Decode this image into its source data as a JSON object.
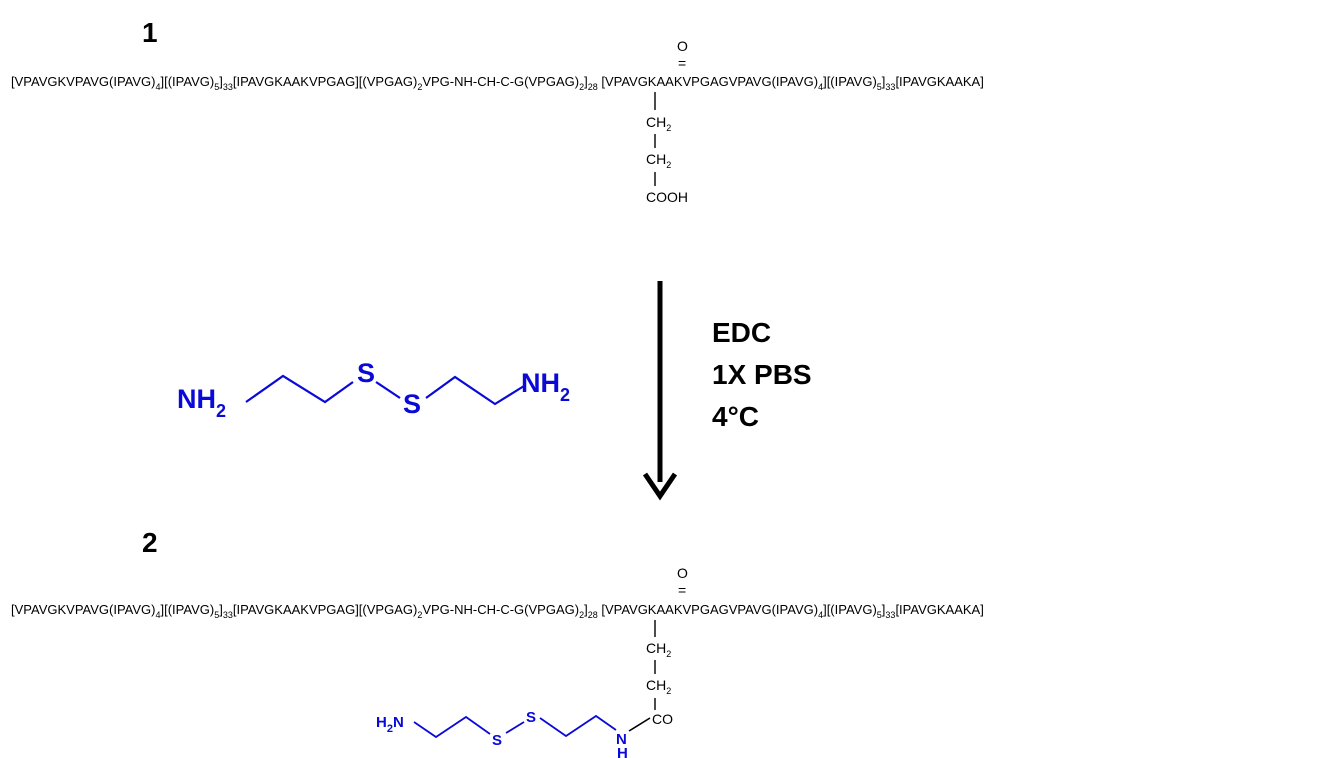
{
  "compound1": {
    "number": "1",
    "sequence": [
      {
        "t": "[VPAVGKVPAVG(IPAVG)"
      },
      {
        "t": "4",
        "sub": true
      },
      {
        "t": "][(IPAVG)"
      },
      {
        "t": "5",
        "sub": true
      },
      {
        "t": "]"
      },
      {
        "t": "33",
        "sub": true
      },
      {
        "t": "[IPAVGKAAKVPGAG][(VPGAG)"
      },
      {
        "t": "2",
        "sub": true
      },
      {
        "t": "VPG-NH-CH-C-G(VPGAG)"
      },
      {
        "t": "2",
        "sub": true
      },
      {
        "t": "]"
      },
      {
        "t": "28",
        "sub": true
      },
      {
        "t": " [VPAVGKAAKVPGAGVPAVG(IPAVG)"
      },
      {
        "t": "4",
        "sub": true
      },
      {
        "t": "][(IPAVG)"
      },
      {
        "t": "5",
        "sub": true
      },
      {
        "t": "]"
      },
      {
        "t": "33",
        "sub": true
      },
      {
        "t": "[IPAVGKAAKA]"
      }
    ],
    "carbonyl_o": "O",
    "carbonyl_eq": "=",
    "side_chain": {
      "ch2": "CH",
      "ch2_sub": "2",
      "terminal": "COOH"
    }
  },
  "reagent": {
    "color": "#0a0ad8",
    "left_amine": "NH",
    "amine_sub": "2",
    "sulfur_1": "S",
    "sulfur_2": "S",
    "right_amine": "NH",
    "description": "cystamine"
  },
  "conditions": [
    "EDC",
    "1X PBS",
    "4°C"
  ],
  "compound2": {
    "number": "2",
    "sequence_same_as": "compound1",
    "carbonyl_o": "O",
    "carbonyl_eq": "=",
    "side_chain": {
      "ch2": "CH",
      "ch2_sub": "2",
      "terminal": "CO"
    },
    "linker": {
      "amine": "H",
      "amine_sub_n": "N",
      "amine_sub": "2",
      "sulfur_1": "S",
      "sulfur_2": "S",
      "amide_n": "N",
      "amide_h": "H"
    }
  }
}
